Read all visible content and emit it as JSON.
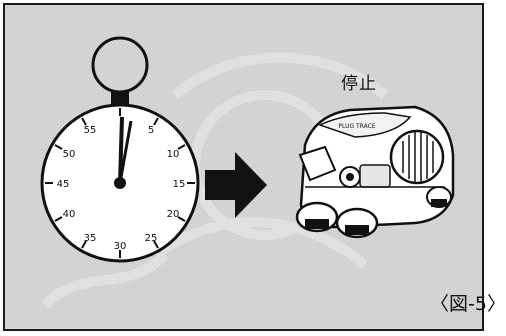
{
  "stopwatch": {
    "dial_numbers": [
      "55",
      "5",
      "50",
      "10",
      "45",
      "15",
      "40",
      "20",
      "35",
      "30",
      "25"
    ],
    "hand_positions_seconds": [
      0,
      1
    ]
  },
  "arrow": {
    "direction": "right"
  },
  "robot": {
    "plate_text": "PLUG TRACE"
  },
  "status_label": "停止",
  "figure_caption": "〈図-5〉"
}
